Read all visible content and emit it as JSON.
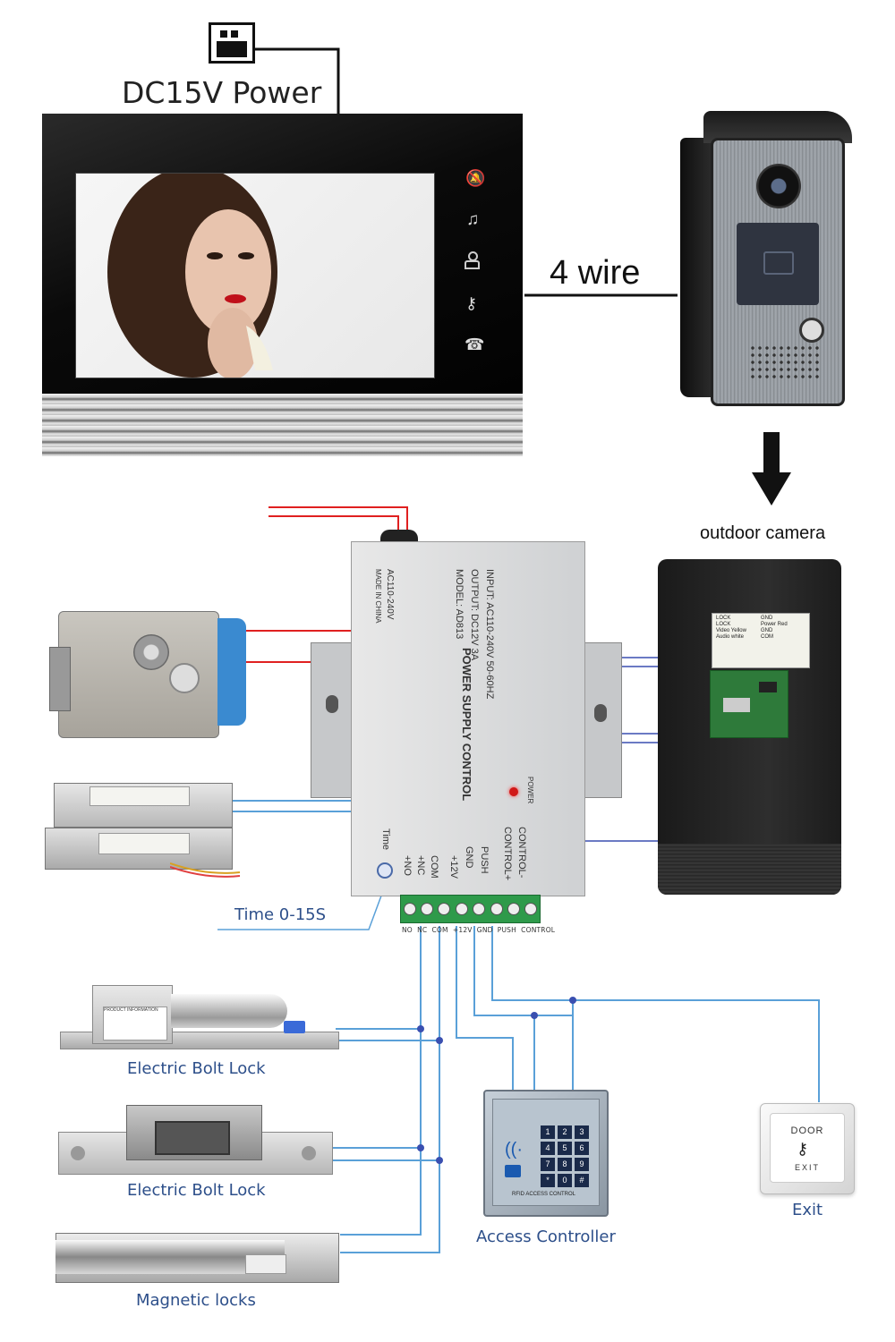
{
  "power_label": "DC15V Power",
  "wire_label": "4 wire",
  "camera_label": "outdoor camera",
  "psu": {
    "title": "POWER SUPPLY CONTROL",
    "input": "INPUT: AC110-240V  50-60HZ",
    "output": "OUTPUT: DC12V 3A",
    "model": "MODEL: AD813",
    "ac": "AC110-240V",
    "made": "MADE IN CHINA",
    "power_led": "POWER",
    "time_knob": "Time",
    "terminals": [
      "+NO",
      "+NC",
      "COM",
      "+12V",
      "GND",
      "PUSH",
      "CONTROL+",
      "CONTROL-"
    ],
    "terminal_strip": "NO  NC  COM  +12V  GND  PUSH  CONTROL"
  },
  "time_label": "Time 0-15S",
  "camera_back_labels": [
    "LOCK",
    "LOCK",
    "Video Yellow",
    "Audio white",
    "GND",
    "Power Red",
    "GND",
    "COM"
  ],
  "locks": [
    {
      "label": "Electric Bolt Lock"
    },
    {
      "label": "Electric Bolt Lock"
    },
    {
      "label": "Magnetic locks"
    }
  ],
  "access_controller": {
    "label": "Access Controller",
    "keys": [
      "1",
      "2",
      "3",
      "4",
      "5",
      "6",
      "7",
      "8",
      "9",
      "*",
      "0",
      "#"
    ],
    "caption": "RFID ACCESS CONTROL"
  },
  "exit_button": {
    "label": "Exit",
    "top": "DOOR",
    "bottom": "EXIT"
  },
  "bolt_plate_text": "PRODUCT INFORMATION",
  "colors": {
    "wire_red": "#e02020",
    "wire_blue": "#3a4fb0",
    "wire_lightblue": "#5aa0d8",
    "label_blue": "#2d4f8a"
  }
}
